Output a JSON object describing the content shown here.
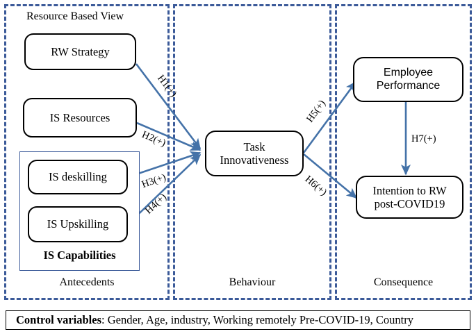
{
  "diagram": {
    "title_label": "Resource Based View",
    "panels": [
      {
        "name": "antecedents",
        "label": "Antecedents"
      },
      {
        "name": "behaviour",
        "label": "Behaviour"
      },
      {
        "name": "consequence",
        "label": "Consequence"
      }
    ],
    "nodes": [
      {
        "id": "rw-strategy",
        "label": "RW Strategy"
      },
      {
        "id": "is-resources",
        "label": "IS Resources"
      },
      {
        "id": "is-deskilling",
        "label": "IS deskilling"
      },
      {
        "id": "is-upskilling",
        "label": "IS Upskilling"
      },
      {
        "id": "task-innovativeness",
        "label_line1": "Task",
        "label_line2": "Innovativeness"
      },
      {
        "id": "employee-performance",
        "label_line1": "Employee",
        "label_line2": "Performance"
      },
      {
        "id": "intention-rw",
        "label_line1": "Intention to RW",
        "label_line2": "post-COVID19"
      }
    ],
    "group": {
      "id": "is-capabilities",
      "title": "IS Capabilities"
    },
    "hypotheses": [
      {
        "id": "h1",
        "label": "H1(+)",
        "from": "rw-strategy",
        "to": "task-innovativeness"
      },
      {
        "id": "h2",
        "label": "H2(+)",
        "from": "is-resources",
        "to": "task-innovativeness"
      },
      {
        "id": "h3",
        "label": "H3(+)",
        "from": "is-deskilling",
        "to": "task-innovativeness"
      },
      {
        "id": "h4",
        "label": "H4(+)",
        "from": "is-upskilling",
        "to": "task-innovativeness"
      },
      {
        "id": "h5",
        "label": "H5(+)",
        "from": "task-innovativeness",
        "to": "employee-performance"
      },
      {
        "id": "h6",
        "label": "H6(+)",
        "from": "task-innovativeness",
        "to": "intention-rw"
      },
      {
        "id": "h7",
        "label": "H7(+)",
        "from": "employee-performance",
        "to": "intention-rw"
      }
    ],
    "control": {
      "bold_prefix": "Control variables",
      "separator": ": ",
      "values": "Gender, Age, industry, Working remotely Pre-COVID-19, Country"
    },
    "colors": {
      "arrow": "#4472a8",
      "panel_border": "#3b5a99",
      "node_border": "#000000",
      "group_border": "#3b5a99",
      "background": "#ffffff"
    }
  }
}
